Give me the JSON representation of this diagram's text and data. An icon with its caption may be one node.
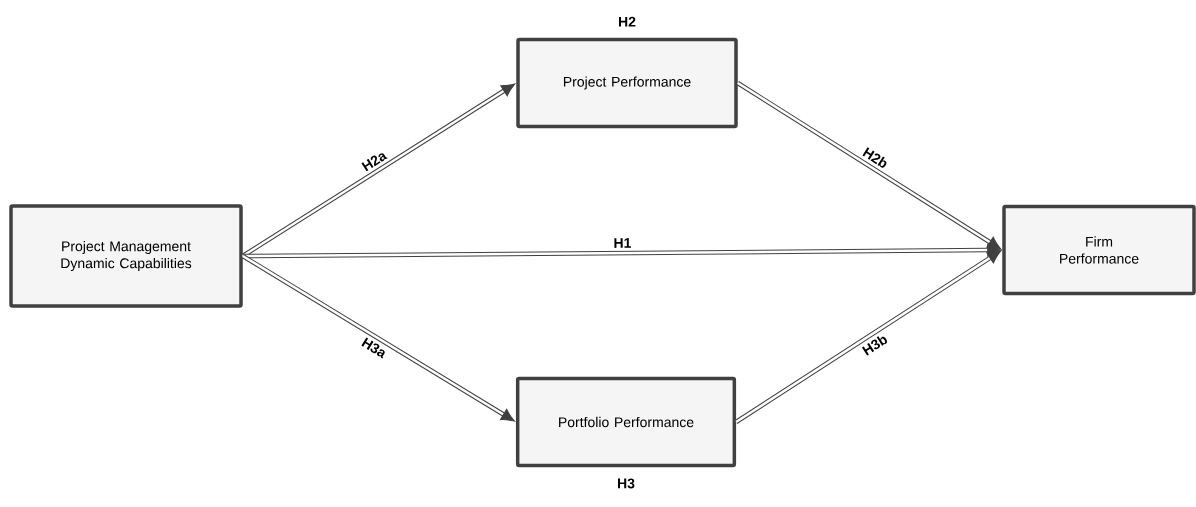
{
  "diagram": {
    "nodes": [
      {
        "text": [
          "Project Management Dynamic Capabilities"
        ]
      },
      {
        "text": [
          "Project Performance"
        ],
        "beside": [
          "H2"
        ]
      },
      {
        "text": [
          "Firm Performance"
        ]
      },
      {
        "text": [
          "Portfolio Performance"
        ],
        "beside": [
          "H3"
        ]
      }
    ],
    "edges": [
      {
        "from": 0,
        "to": 1,
        "arrow": "to",
        "label": "H2a"
      },
      {
        "from": 1,
        "to": 2,
        "arrow": "to",
        "label": "H2b"
      },
      {
        "from": 0,
        "to": 2,
        "arrow": "to",
        "label": "H1"
      },
      {
        "from": 0,
        "to": 3,
        "arrow": "to",
        "label": "H3a"
      },
      {
        "from": 3,
        "to": 2,
        "arrow": "to",
        "label": "H3b"
      }
    ]
  }
}
